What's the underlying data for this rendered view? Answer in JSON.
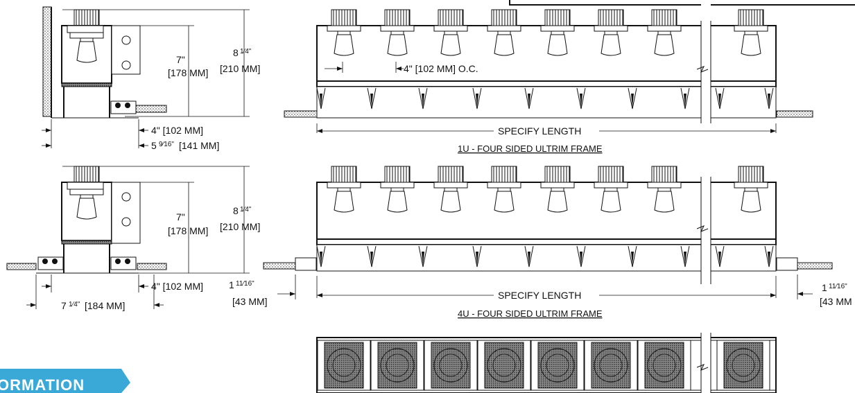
{
  "top_section": {
    "caption": "1U - FOUR SIDED ULTRIM FRAME",
    "specify_length": "SPECIFY LENGTH",
    "oc_spacing": "4\" [102 MM] O.C.",
    "height_inches": "7\"",
    "height_mm": "[178 MM]",
    "overall_whole": "8",
    "overall_frac": "1⁄4\"",
    "overall_mm": "[210 MM]",
    "aperture": "4\" [102 MM]",
    "cutout_whole": "5",
    "cutout_frac": "9⁄16\"",
    "cutout_mm": "[141 MM]"
  },
  "middle_section": {
    "caption": "4U - FOUR SIDED ULTRIM FRAME",
    "specify_length": "SPECIFY LENGTH",
    "height_inches": "7\"",
    "height_mm": "[178 MM]",
    "overall_whole": "8",
    "overall_frac": "1⁄4\"",
    "overall_mm": "[210 MM]",
    "aperture": "4\" [102 MM]",
    "cutout_whole": "7",
    "cutout_frac": "1⁄4\"",
    "cutout_mm": "[184 MM]",
    "flange_left_whole": "1",
    "flange_left_frac": "11⁄16\"",
    "flange_left_mm": "[43 MM]",
    "flange_right_whole": "1",
    "flange_right_frac": "11⁄16\"",
    "flange_right_mm": "[43 MM"
  },
  "banner": {
    "text": "ORMATION",
    "color": "#3aa9d8"
  },
  "colors": {
    "line": "#111111",
    "hatch": "#555555",
    "banner": "#3aa9d8"
  },
  "module_count_visible": 8
}
